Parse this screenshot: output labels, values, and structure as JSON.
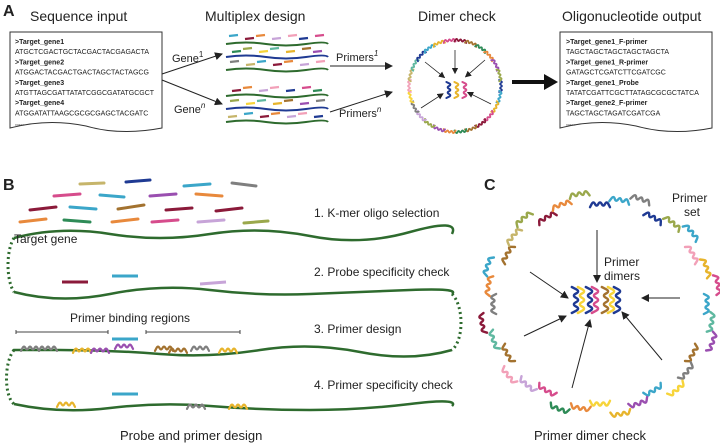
{
  "panel_a": {
    "letter": "A",
    "headers": {
      "sequence_input": "Sequence input",
      "multiplex_design": "Multiplex design",
      "dimer_check": "Dimer check",
      "oligo_output": "Oligonucleotide output"
    },
    "input_doc": [
      {
        "text": ">Target_gene1",
        "bold": true
      },
      {
        "text": "ATGCTCGACTGCTACGACTACGAGACTA",
        "bold": false
      },
      {
        "text": ">Target_gene2",
        "bold": true
      },
      {
        "text": "ATGGACTACGACTGACTAGCTACTAGCG",
        "bold": false
      },
      {
        "text": ">Target_gene3",
        "bold": true
      },
      {
        "text": "ATGTTAGCGATTATATCGGCGATATGCGCT",
        "bold": false
      },
      {
        "text": ">Target_gene4",
        "bold": true
      },
      {
        "text": "ATGGATATTAAGCGCGCGAGCTACGATC",
        "bold": false
      },
      {
        "text": ".....",
        "bold": true
      }
    ],
    "output_doc": [
      {
        "text": ">Target_gene1_F-primer",
        "bold": true
      },
      {
        "text": "TAGCTAGCTAGCTAGCTAGCTA",
        "bold": false
      },
      {
        "text": ">Target_gene1_R-primer",
        "bold": true
      },
      {
        "text": "GATAGCTCGATCTTCGATCGC",
        "bold": false
      },
      {
        "text": ">Target_gene1_Probe",
        "bold": true
      },
      {
        "text": "TATATCGATTCGCTTATAGCGCGCTATCA",
        "bold": false
      },
      {
        "text": ">Target_gene2_F-primer",
        "bold": true
      },
      {
        "text": "TAGCTAGCTAGATCGATCGA",
        "bold": false
      },
      {
        "text": ".....",
        "bold": true
      }
    ],
    "gene1": {
      "base": "Gene",
      "sup": "1"
    },
    "genen": {
      "base": "Gene",
      "sup": "n"
    },
    "primers1": {
      "base": "Primers",
      "sup": "1"
    },
    "primersn": {
      "base": "Primers",
      "sup": "n"
    }
  },
  "panel_b": {
    "letter": "B",
    "steps": [
      "1. K-mer oligo selection",
      "2. Probe specificity check",
      "3. Primer design",
      "4. Primer specificity check"
    ],
    "target_gene_label": "Target gene",
    "primer_binding_label": "Primer binding regions",
    "caption": "Probe and primer design"
  },
  "panel_c": {
    "letter": "C",
    "primer_set_label": [
      "Primer",
      "set"
    ],
    "primer_dimers_label": [
      "Primer",
      "dimers"
    ],
    "caption": "Primer dimer check"
  },
  "colors": {
    "gene_green": "#2e6b2e",
    "arrow": "#222222",
    "oligo_palette": [
      "#1f3a93",
      "#3ba6c9",
      "#e7b42c",
      "#d64c8c",
      "#8b1a3a",
      "#a3722f",
      "#2e8b57",
      "#e8893c",
      "#9a4fb0",
      "#9aa84c",
      "#c7a4d8",
      "#7f7f7f",
      "#f7d43a",
      "#f2a0b8",
      "#c6b56b",
      "#5fb8a0"
    ]
  }
}
